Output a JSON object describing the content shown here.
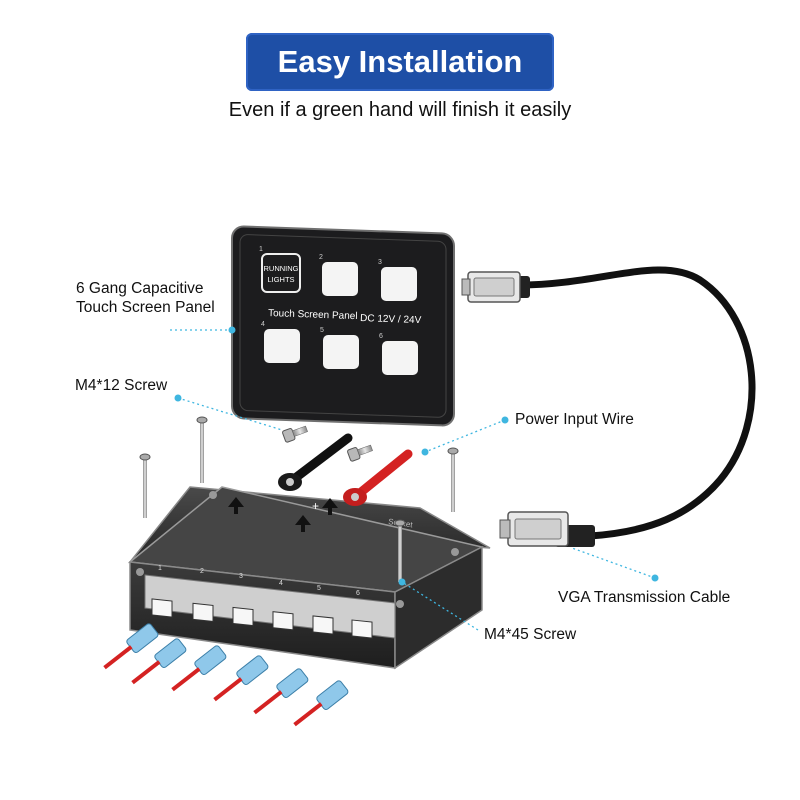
{
  "header": {
    "title": "Easy Installation",
    "subtitle": "Even if a green hand will finish it easily"
  },
  "panel": {
    "button_numbers": [
      "1",
      "2",
      "3",
      "4",
      "5",
      "6"
    ],
    "button1_label_line1": "RUNNING",
    "button1_label_line2": "LIGHTS",
    "panel_text": "Touch Screen Panel",
    "voltage_text": "DC 12V / 24V"
  },
  "relay_box": {
    "socket_text": "Socket",
    "plus_sign": "+",
    "minus_sign": "-",
    "port_numbers": [
      "1",
      "2",
      "3",
      "4",
      "5",
      "6"
    ]
  },
  "callouts": {
    "panel_line1": "6 Gang Capacitive",
    "panel_line2": "Touch Screen Panel",
    "m4_12": "M4*12 Screw",
    "power_wire": "Power Input Wire",
    "vga_cable": "VGA Transmission Cable",
    "m4_45": "M4*45 Screw"
  },
  "colors": {
    "banner": "#1e4fa6",
    "panel_body": "#1c1c1e",
    "relay_body": "#3a3a3a",
    "callout_dot": "#3fb6e0",
    "terminal_red": "#d42222",
    "terminal_black": "#1a1a1a",
    "connector_blue": "#8fc8ea"
  }
}
